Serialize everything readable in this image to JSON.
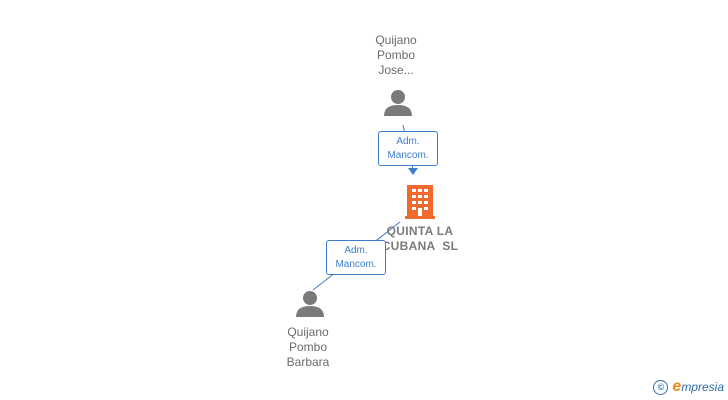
{
  "nodes": {
    "person_top": {
      "name_lines": [
        "Quijano",
        "Pombo",
        "Jose..."
      ],
      "icon": "person-icon",
      "color": "#7a7a7a"
    },
    "company": {
      "name_lines": [
        "QUINTA LA",
        "CUBANA  SL"
      ],
      "icon": "building-icon",
      "color": "#f06a2f"
    },
    "person_bottom": {
      "name_lines": [
        "Quijano",
        "Pombo",
        "Barbara"
      ],
      "icon": "person-icon",
      "color": "#7a7a7a"
    }
  },
  "relations": [
    {
      "from": "person_top",
      "to": "company",
      "label_lines": [
        "Adm.",
        "Mancom."
      ]
    },
    {
      "from": "person_bottom",
      "to": "company",
      "label_lines": [
        "Adm.",
        "Mancom."
      ]
    }
  ],
  "colors": {
    "relation": "#3d7ecc",
    "brand_orange": "#f08a1c",
    "brand_blue": "#2d6ea8"
  },
  "branding": {
    "copyright": "©",
    "initial": "e",
    "rest": "mpresia"
  }
}
